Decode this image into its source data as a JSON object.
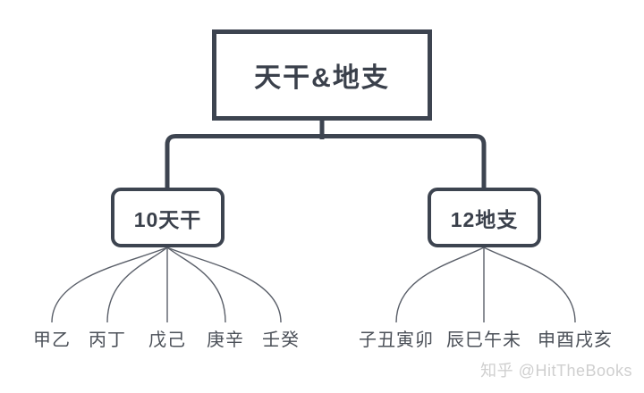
{
  "diagram": {
    "root": {
      "label": "天干&地支"
    },
    "branches": [
      {
        "label": "10天干",
        "children": [
          "甲乙",
          "丙丁",
          "戊己",
          "庚辛",
          "壬癸"
        ]
      },
      {
        "label": "12地支",
        "children": [
          "子丑寅卯",
          "辰巳午未",
          "申酉戌亥"
        ]
      }
    ]
  },
  "watermark": {
    "text": "知乎 @HitTheBooks"
  },
  "colors": {
    "node_border": "#3d4450",
    "connector_line": "#3d4450",
    "fan_curve": "#5a5f69",
    "node_text": "#3a404b",
    "leaf_text": "#4b5058",
    "watermark_text": "#cfcfcf",
    "background": "#ffffff"
  }
}
